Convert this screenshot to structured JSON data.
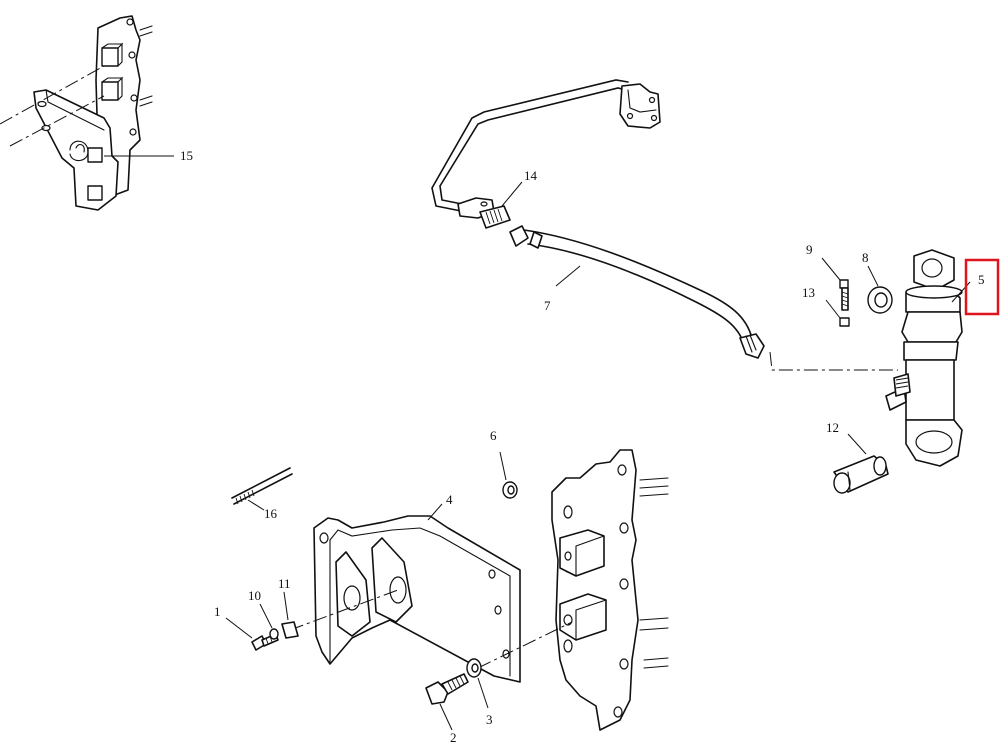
{
  "callouts": {
    "c1": "1",
    "c2": "2",
    "c3": "3",
    "c4": "4",
    "c5": "5",
    "c6": "6",
    "c7": "7",
    "c8": "8",
    "c9": "9",
    "c10": "10",
    "c11": "11",
    "c12": "12",
    "c13": "13",
    "c14": "14",
    "c15": "15",
    "c16": "16"
  },
  "highlight": {
    "callout": "5",
    "color": "#e0141e"
  }
}
